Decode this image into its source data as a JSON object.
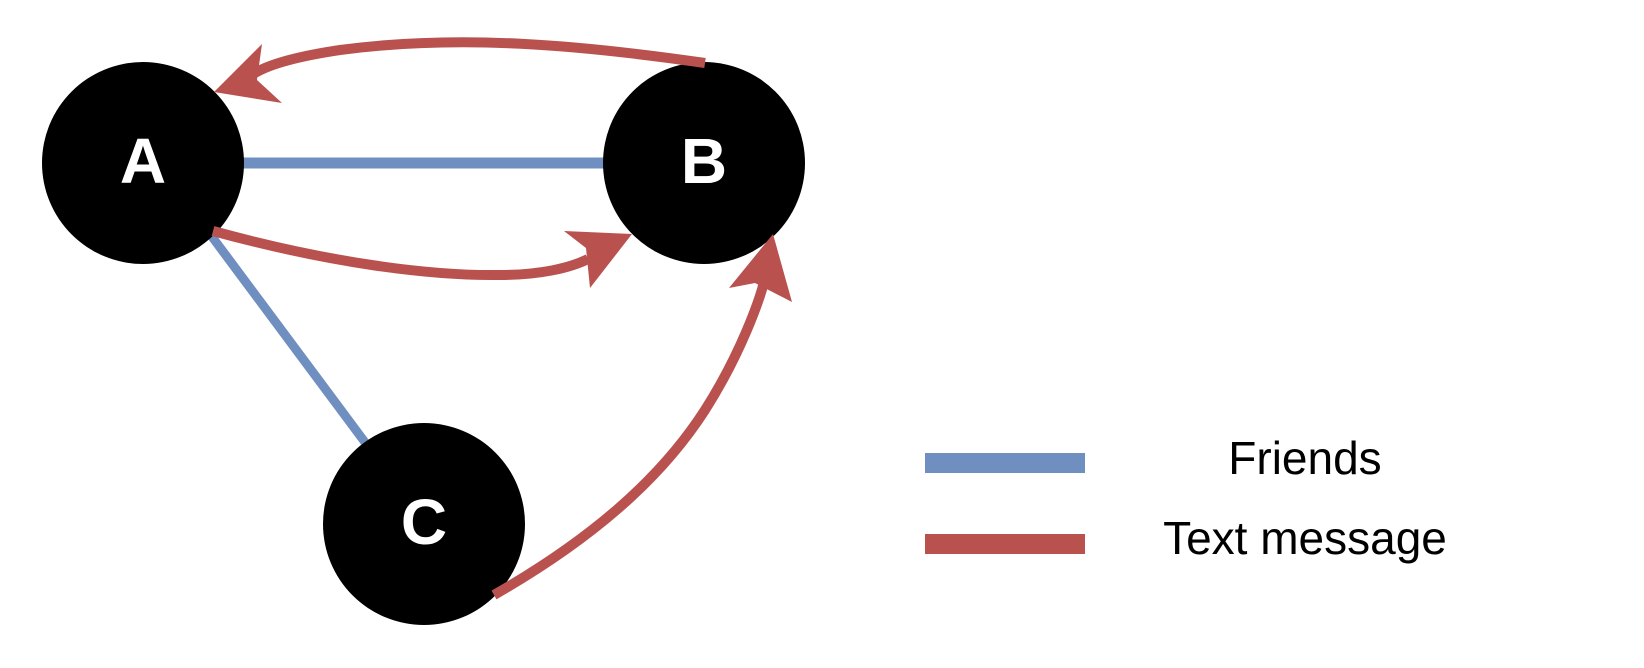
{
  "colors": {
    "friends": "#6f8fc1",
    "text_message": "#b9524e",
    "node_fill": "#000000",
    "node_label": "#ffffff"
  },
  "nodes": {
    "a": {
      "label": "A"
    },
    "b": {
      "label": "B"
    },
    "c": {
      "label": "C"
    }
  },
  "legend": {
    "friends": {
      "label": "Friends"
    },
    "text_message": {
      "label": "Text message"
    }
  }
}
